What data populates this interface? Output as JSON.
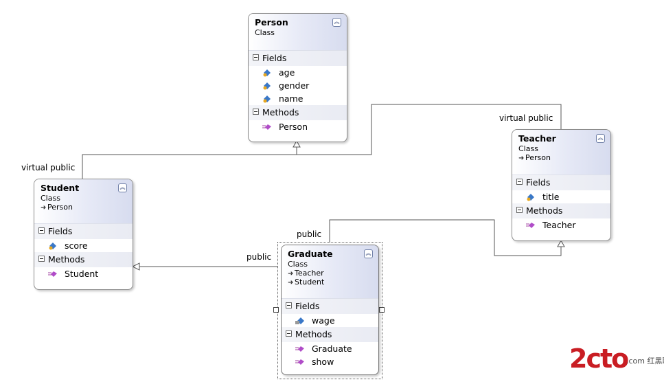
{
  "classes": {
    "person": {
      "name": "Person",
      "kind": "Class",
      "fields_header": "Fields",
      "fields": [
        "age",
        "gender",
        "name"
      ],
      "methods_header": "Methods",
      "methods": [
        "Person"
      ]
    },
    "teacher": {
      "name": "Teacher",
      "kind": "Class",
      "parents": [
        "Person"
      ],
      "fields_header": "Fields",
      "fields": [
        "title"
      ],
      "methods_header": "Methods",
      "methods": [
        "Teacher"
      ]
    },
    "student": {
      "name": "Student",
      "kind": "Class",
      "parents": [
        "Person"
      ],
      "fields_header": "Fields",
      "fields": [
        "score"
      ],
      "methods_header": "Methods",
      "methods": [
        "Student"
      ]
    },
    "graduate": {
      "name": "Graduate",
      "kind": "Class",
      "parents": [
        "Teacher",
        "Student"
      ],
      "fields_header": "Fields",
      "fields": [
        "wage"
      ],
      "methods_header": "Methods",
      "methods": [
        "Graduate",
        "show"
      ]
    }
  },
  "edges": {
    "student_to_person": "virtual public",
    "teacher_to_person": "virtual public",
    "graduate_to_teacher": "public",
    "graduate_to_student": "public"
  },
  "icons": {
    "field": "field-protected-icon",
    "method": "method-icon",
    "private_field": "field-private-icon",
    "collapse": "collapse-icon"
  },
  "colors": {
    "header_gradient": "#d7dcef",
    "border": "#8c8c8c",
    "watermark": "#c91d23"
  },
  "watermark": {
    "big": "2cto",
    "small": ".com 红黑联盟"
  }
}
